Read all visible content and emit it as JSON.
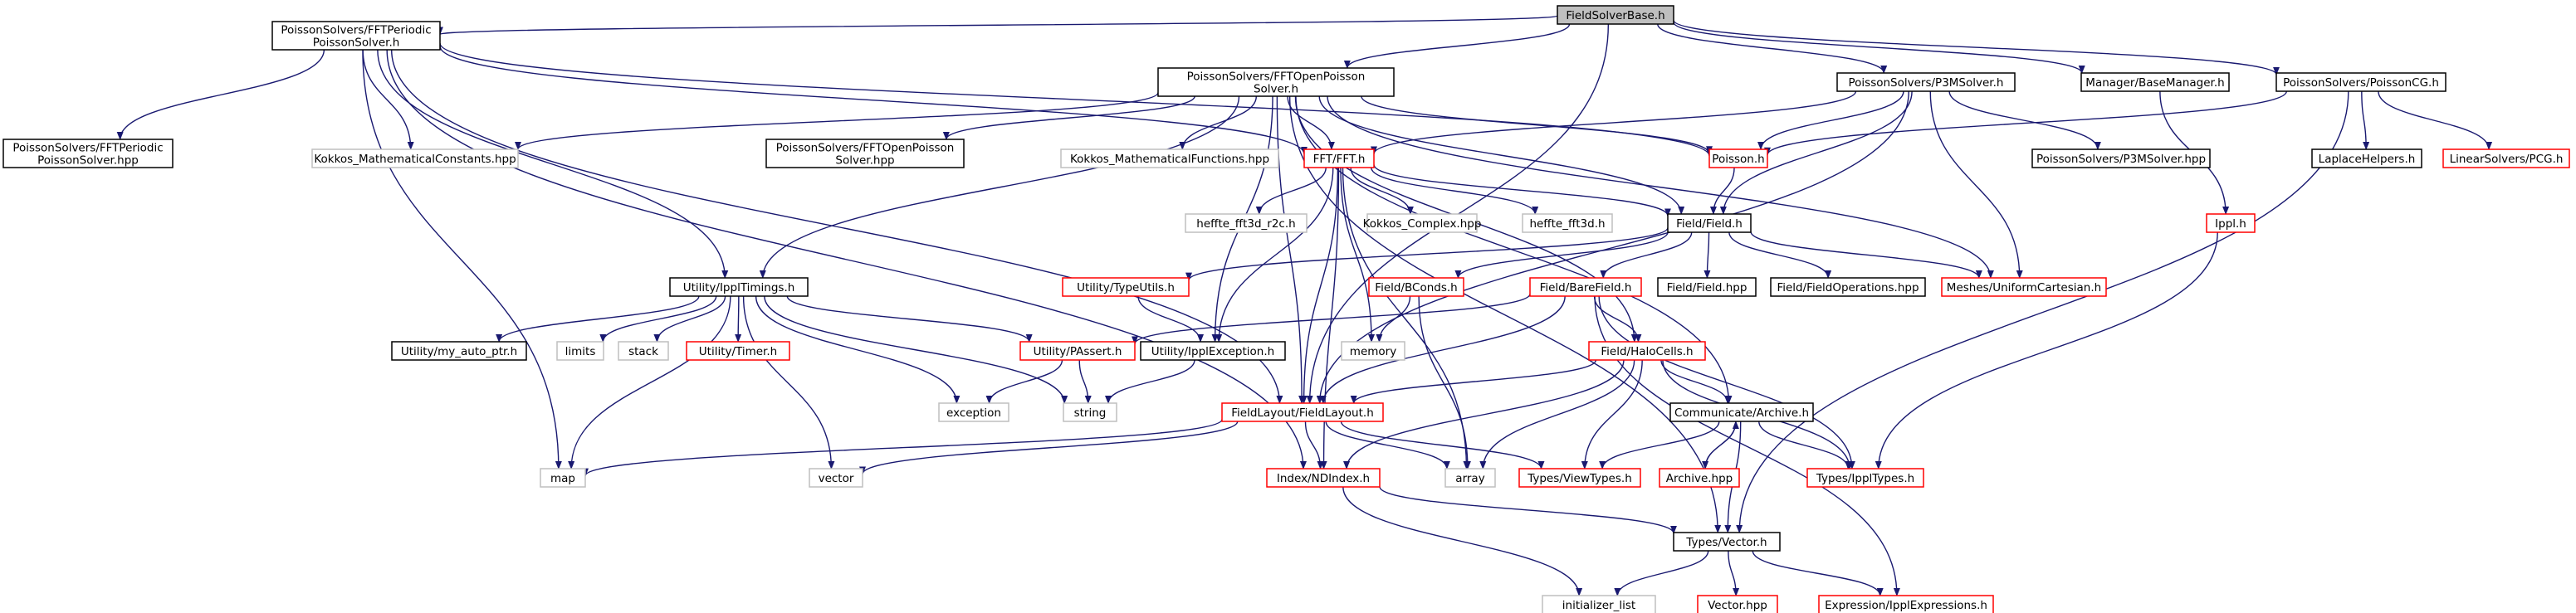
{
  "colors": {
    "root_fill": "#bfbfbf",
    "border_black": "#000000",
    "border_red": "#ff0000",
    "border_gray": "#bfbfbf",
    "edge": "#191970",
    "text": "#000000",
    "background": "#ffffff"
  },
  "nodes": {
    "FieldSolverBase": {
      "lines": [
        "FieldSolverBase.h"
      ],
      "style": "root"
    },
    "FFTPeriodic": {
      "lines": [
        "PoissonSolvers/FFTPeriodic",
        "PoissonSolver.h"
      ],
      "style": "black"
    },
    "FFTOpen": {
      "lines": [
        "PoissonSolvers/FFTOpenPoisson",
        "Solver.h"
      ],
      "style": "black"
    },
    "P3MSolver": {
      "lines": [
        "PoissonSolvers/P3MSolver.h"
      ],
      "style": "black"
    },
    "BaseManager": {
      "lines": [
        "Manager/BaseManager.h"
      ],
      "style": "black"
    },
    "PoissonCG": {
      "lines": [
        "PoissonSolvers/PoissonCG.h"
      ],
      "style": "black"
    },
    "FFTPeriodicHpp": {
      "lines": [
        "PoissonSolvers/FFTPeriodic",
        "PoissonSolver.hpp"
      ],
      "style": "black"
    },
    "KokkosMathConst": {
      "lines": [
        "Kokkos_MathematicalConstants.hpp"
      ],
      "style": "gray"
    },
    "FFTOpenHpp": {
      "lines": [
        "PoissonSolvers/FFTOpenPoisson",
        "Solver.hpp"
      ],
      "style": "black"
    },
    "KokkosMathFunc": {
      "lines": [
        "Kokkos_MathematicalFunctions.hpp"
      ],
      "style": "gray"
    },
    "FFT": {
      "lines": [
        "FFT/FFT.h"
      ],
      "style": "red"
    },
    "Poisson": {
      "lines": [
        "Poisson.h"
      ],
      "style": "red"
    },
    "P3MSolverHpp": {
      "lines": [
        "PoissonSolvers/P3MSolver.hpp"
      ],
      "style": "black"
    },
    "LaplaceHelpers": {
      "lines": [
        "LaplaceHelpers.h"
      ],
      "style": "black"
    },
    "PCG": {
      "lines": [
        "LinearSolvers/PCG.h"
      ],
      "style": "red"
    },
    "Field": {
      "lines": [
        "Field/Field.h"
      ],
      "style": "black"
    },
    "HeffteR2C": {
      "lines": [
        "heffte_fft3d_r2c.h"
      ],
      "style": "gray"
    },
    "KokkosComplex": {
      "lines": [
        "Kokkos_Complex.hpp"
      ],
      "style": "gray"
    },
    "Heffte3d": {
      "lines": [
        "heffte_fft3d.h"
      ],
      "style": "gray"
    },
    "Ippl": {
      "lines": [
        "Ippl.h"
      ],
      "style": "red"
    },
    "IpplTimings": {
      "lines": [
        "Utility/IpplTimings.h"
      ],
      "style": "black"
    },
    "TypeUtils": {
      "lines": [
        "Utility/TypeUtils.h"
      ],
      "style": "red"
    },
    "BConds": {
      "lines": [
        "Field/BConds.h"
      ],
      "style": "red"
    },
    "BareField": {
      "lines": [
        "Field/BareField.h"
      ],
      "style": "red"
    },
    "FieldHpp": {
      "lines": [
        "Field/Field.hpp"
      ],
      "style": "black"
    },
    "FieldOps": {
      "lines": [
        "Field/FieldOperations.hpp"
      ],
      "style": "black"
    },
    "UniformCartesian": {
      "lines": [
        "Meshes/UniformCartesian.h"
      ],
      "style": "red"
    },
    "MyAutoPtr": {
      "lines": [
        "Utility/my_auto_ptr.h"
      ],
      "style": "black"
    },
    "Limits": {
      "lines": [
        "limits"
      ],
      "style": "gray"
    },
    "Stack": {
      "lines": [
        "stack"
      ],
      "style": "gray"
    },
    "Timer": {
      "lines": [
        "Utility/Timer.h"
      ],
      "style": "red"
    },
    "PAssert": {
      "lines": [
        "Utility/PAssert.h"
      ],
      "style": "red"
    },
    "IpplException": {
      "lines": [
        "Utility/IpplException.h"
      ],
      "style": "black"
    },
    "Memory": {
      "lines": [
        "memory"
      ],
      "style": "gray"
    },
    "HaloCells": {
      "lines": [
        "Field/HaloCells.h"
      ],
      "style": "red"
    },
    "Exception": {
      "lines": [
        "exception"
      ],
      "style": "gray"
    },
    "String": {
      "lines": [
        "string"
      ],
      "style": "gray"
    },
    "FieldLayout": {
      "lines": [
        "FieldLayout/FieldLayout.h"
      ],
      "style": "red"
    },
    "Archive": {
      "lines": [
        "Communicate/Archive.h"
      ],
      "style": "black"
    },
    "Map": {
      "lines": [
        "map"
      ],
      "style": "gray"
    },
    "Vector": {
      "lines": [
        "vector"
      ],
      "style": "gray"
    },
    "NDIndex": {
      "lines": [
        "Index/NDIndex.h"
      ],
      "style": "red"
    },
    "Array": {
      "lines": [
        "array"
      ],
      "style": "gray"
    },
    "ViewTypes": {
      "lines": [
        "Types/ViewTypes.h"
      ],
      "style": "red"
    },
    "ArchiveHpp": {
      "lines": [
        "Archive.hpp"
      ],
      "style": "red"
    },
    "IpplTypes": {
      "lines": [
        "Types/IpplTypes.h"
      ],
      "style": "red"
    },
    "TypesVector": {
      "lines": [
        "Types/Vector.h"
      ],
      "style": "black"
    },
    "InitList": {
      "lines": [
        "initializer_list"
      ],
      "style": "gray"
    },
    "VectorHpp": {
      "lines": [
        "Vector.hpp"
      ],
      "style": "red"
    },
    "IpplExpressions": {
      "lines": [
        "Expression/IpplExpressions.h"
      ],
      "style": "red"
    }
  }
}
